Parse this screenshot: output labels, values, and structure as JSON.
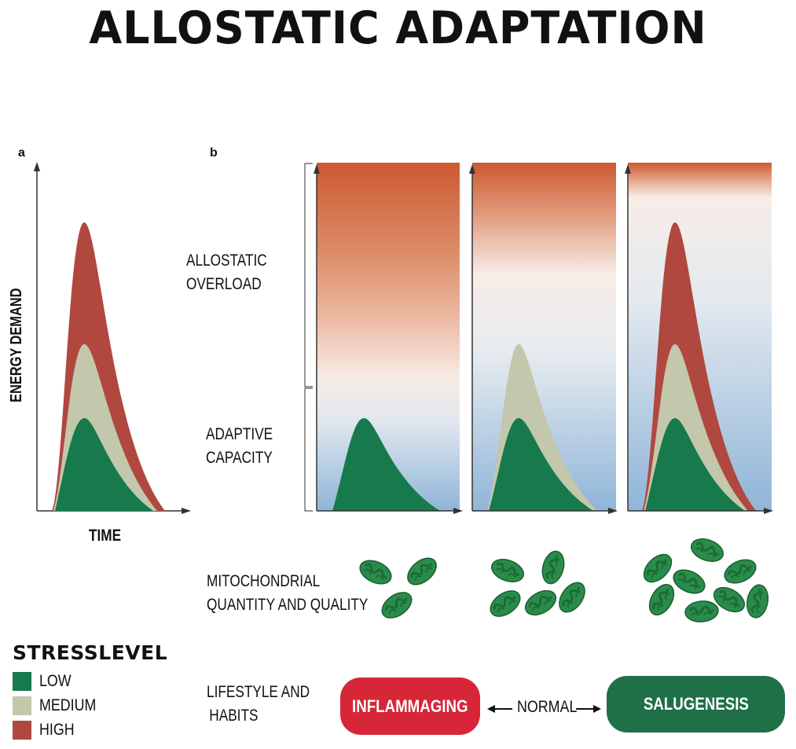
{
  "title": "ALLOSTATIC ADAPTATION",
  "panel_a": {
    "letter": "a",
    "y_label": "ENERGY DEMAND",
    "x_label": "TIME"
  },
  "panel_b": {
    "letter": "b",
    "overload_label_1": "ALLOSTATIC",
    "overload_label_2": "OVERLOAD",
    "capacity_label_1": "ADAPTIVE",
    "capacity_label_2": "CAPACITY"
  },
  "mito_label_1": "MITOCHONDRIAL",
  "mito_label_2": "QUANTITY AND QUALITY",
  "lifestyle_label_1": "LIFESTYLE AND",
  "lifestyle_label_2": "HABITS",
  "legend": {
    "title": "STRESSLEVEL",
    "items": [
      {
        "label": "LOW",
        "color": "#1a7a4c"
      },
      {
        "label": "MEDIUM",
        "color": "#c5c8b0"
      },
      {
        "label": "HIGH",
        "color": "#b4504a"
      }
    ]
  },
  "states": {
    "left": "INFLAMMAGING",
    "middle": "NORMAL",
    "right": "SALUGENESIS",
    "left_color": "#d72638",
    "right_color": "#1f6f47"
  },
  "colors": {
    "low": "#167a4c",
    "medium": "#c3c7ab",
    "high": "#b0483f",
    "overload": "#cc5a32",
    "capacity": "#93b8d8",
    "mito_fill": "#2a8c4a",
    "mito_inner": "#1c6b36"
  }
}
